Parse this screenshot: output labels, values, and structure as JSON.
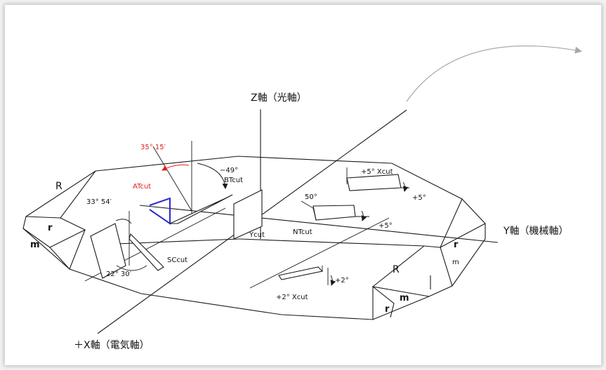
{
  "axes": {
    "z": "Z軸（光軸）",
    "y": "Y軸（機械軸）",
    "x": "＋X軸（電気軸）"
  },
  "cuts": {
    "at": "ATcut",
    "bt": "BTcut",
    "sc": "SCcut",
    "y": "Ycut",
    "nt": "NTcut",
    "x_plus5": "+5° Xcut",
    "x_plus2": "+2° Xcut"
  },
  "angles": {
    "at_angle": "35° 15′",
    "bt_angle": "−49°",
    "sc_angle_1": "33° 54′",
    "sc_angle_2": "22° 30′",
    "nt_angle": "50°",
    "nt_tilt": "+5°",
    "x5_tilt": "+5°",
    "x2_tilt": "+2°"
  },
  "faces": {
    "r_left": "r",
    "m_left": "m",
    "R_left": "R",
    "R_right": "R",
    "r_right_top": "r",
    "m_right_top": "m",
    "m_right_bottom": "m",
    "r_right_bottom": "r"
  },
  "colors": {
    "at_highlight": "#e02020",
    "at_plate": "#2a2ad0",
    "arc_grey": "#a8a8a8"
  }
}
